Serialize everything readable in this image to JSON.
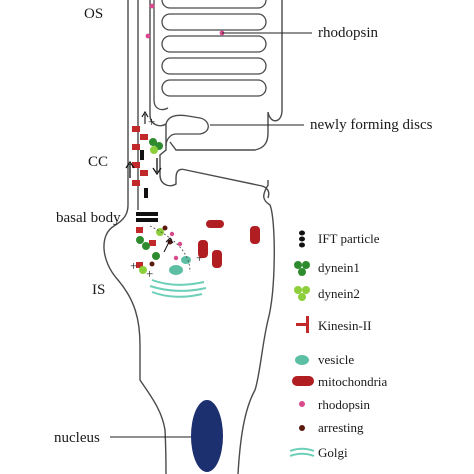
{
  "labels": {
    "os": "OS",
    "cc": "CC",
    "basal_body": "basal body",
    "is": "IS",
    "nucleus": "nucleus",
    "rhodopsin_callout": "rhodopsin",
    "newly_forming_discs": "newly forming discs"
  },
  "legend": [
    {
      "icon": "ift-particle-icon",
      "label": "IFT particle"
    },
    {
      "icon": "dynein1-icon",
      "label": "dynein1"
    },
    {
      "icon": "dynein2-icon",
      "label": "dynein2"
    },
    {
      "icon": "kinesin-ii-icon",
      "label": "Kinesin-II"
    },
    {
      "icon": "vesicle-icon",
      "label": "vesicle"
    },
    {
      "icon": "mitochondria-icon",
      "label": "mitochondria"
    },
    {
      "icon": "rhodopsin-icon",
      "label": "rhodopsin"
    },
    {
      "icon": "arrestin-icon",
      "label": "arresting"
    },
    {
      "icon": "golgi-icon",
      "label": "Golgi"
    }
  ],
  "colors": {
    "outline": "#4a4a4a",
    "dynein1": "#2e8b2e",
    "dynein2": "#8ccf3a",
    "kinesin": "#c0282a",
    "vesicle": "#5cbfa3",
    "mitochondria": "#b01e22",
    "rhodopsin": "#d94a8c",
    "arrestin": "#5a1a10",
    "golgi": "#6ccfb8",
    "nucleus": "#1c2f6e"
  }
}
